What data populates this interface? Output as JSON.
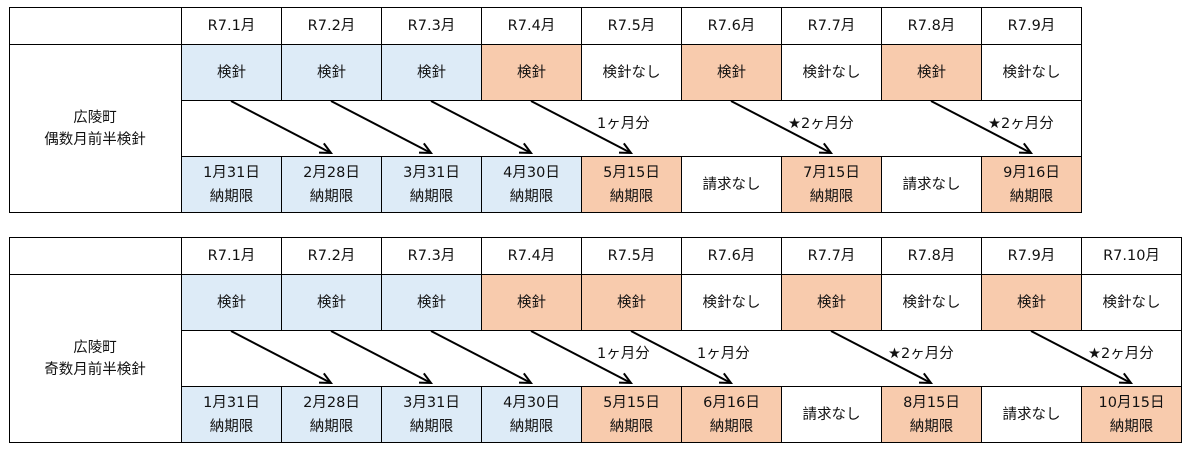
{
  "colors": {
    "blue": "#DDEBF7",
    "orange": "#F8CBAD",
    "white": "#FFFFFF",
    "border": "#000000"
  },
  "tables": [
    {
      "label_line1": "広陵町",
      "label_line2": "偶数月前半検針",
      "months": [
        "R7.1月",
        "R7.2月",
        "R7.3月",
        "R7.4月",
        "R7.5月",
        "R7.6月",
        "R7.7月",
        "R7.8月",
        "R7.9月"
      ],
      "readings": [
        {
          "text": "検針",
          "color": "blue"
        },
        {
          "text": "検針",
          "color": "blue"
        },
        {
          "text": "検針",
          "color": "blue"
        },
        {
          "text": "検針",
          "color": "orange"
        },
        {
          "text": "検針なし",
          "color": "white"
        },
        {
          "text": "検針",
          "color": "orange"
        },
        {
          "text": "検針なし",
          "color": "white"
        },
        {
          "text": "検針",
          "color": "orange"
        },
        {
          "text": "検針なし",
          "color": "white"
        }
      ],
      "bills": [
        {
          "line1": "1月31日",
          "line2": "納期限",
          "color": "blue"
        },
        {
          "line1": "2月28日",
          "line2": "納期限",
          "color": "blue"
        },
        {
          "line1": "3月31日",
          "line2": "納期限",
          "color": "blue"
        },
        {
          "line1": "4月30日",
          "line2": "納期限",
          "color": "blue"
        },
        {
          "line1": "5月15日",
          "line2": "納期限",
          "color": "orange"
        },
        {
          "line1": "請求なし",
          "line2": "",
          "color": "white"
        },
        {
          "line1": "7月15日",
          "line2": "納期限",
          "color": "orange"
        },
        {
          "line1": "請求なし",
          "line2": "",
          "color": "white"
        },
        {
          "line1": "9月16日",
          "line2": "納期限",
          "color": "orange"
        }
      ],
      "arrows": [
        {
          "from": 0,
          "to": 1,
          "label": ""
        },
        {
          "from": 1,
          "to": 2,
          "label": ""
        },
        {
          "from": 2,
          "to": 3,
          "label": ""
        },
        {
          "from": 3,
          "to": 4,
          "label": "1ヶ月分"
        },
        {
          "from": 5,
          "to": 6,
          "label": "★2ヶ月分"
        },
        {
          "from": 7,
          "to": 8,
          "label": "★2ヶ月分"
        }
      ]
    },
    {
      "label_line1": "広陵町",
      "label_line2": "奇数月前半検針",
      "months": [
        "R7.1月",
        "R7.2月",
        "R7.3月",
        "R7.4月",
        "R7.5月",
        "R7.6月",
        "R7.7月",
        "R7.8月",
        "R7.9月",
        "R7.10月"
      ],
      "readings": [
        {
          "text": "検針",
          "color": "blue"
        },
        {
          "text": "検針",
          "color": "blue"
        },
        {
          "text": "検針",
          "color": "blue"
        },
        {
          "text": "検針",
          "color": "orange"
        },
        {
          "text": "検針",
          "color": "orange"
        },
        {
          "text": "検針なし",
          "color": "white"
        },
        {
          "text": "検針",
          "color": "orange"
        },
        {
          "text": "検針なし",
          "color": "white"
        },
        {
          "text": "検針",
          "color": "orange"
        },
        {
          "text": "検針なし",
          "color": "white"
        }
      ],
      "bills": [
        {
          "line1": "1月31日",
          "line2": "納期限",
          "color": "blue"
        },
        {
          "line1": "2月28日",
          "line2": "納期限",
          "color": "blue"
        },
        {
          "line1": "3月31日",
          "line2": "納期限",
          "color": "blue"
        },
        {
          "line1": "4月30日",
          "line2": "納期限",
          "color": "blue"
        },
        {
          "line1": "5月15日",
          "line2": "納期限",
          "color": "orange"
        },
        {
          "line1": "6月16日",
          "line2": "納期限",
          "color": "orange"
        },
        {
          "line1": "請求なし",
          "line2": "",
          "color": "white"
        },
        {
          "line1": "8月15日",
          "line2": "納期限",
          "color": "orange"
        },
        {
          "line1": "請求なし",
          "line2": "",
          "color": "white"
        },
        {
          "line1": "10月15日",
          "line2": "納期限",
          "color": "orange"
        }
      ],
      "arrows": [
        {
          "from": 0,
          "to": 1,
          "label": ""
        },
        {
          "from": 1,
          "to": 2,
          "label": ""
        },
        {
          "from": 2,
          "to": 3,
          "label": ""
        },
        {
          "from": 3,
          "to": 4,
          "label": "1ヶ月分"
        },
        {
          "from": 4,
          "to": 5,
          "label": "1ヶ月分"
        },
        {
          "from": 6,
          "to": 7,
          "label": "★2ヶ月分"
        },
        {
          "from": 8,
          "to": 9,
          "label": "★2ヶ月分"
        }
      ]
    }
  ]
}
